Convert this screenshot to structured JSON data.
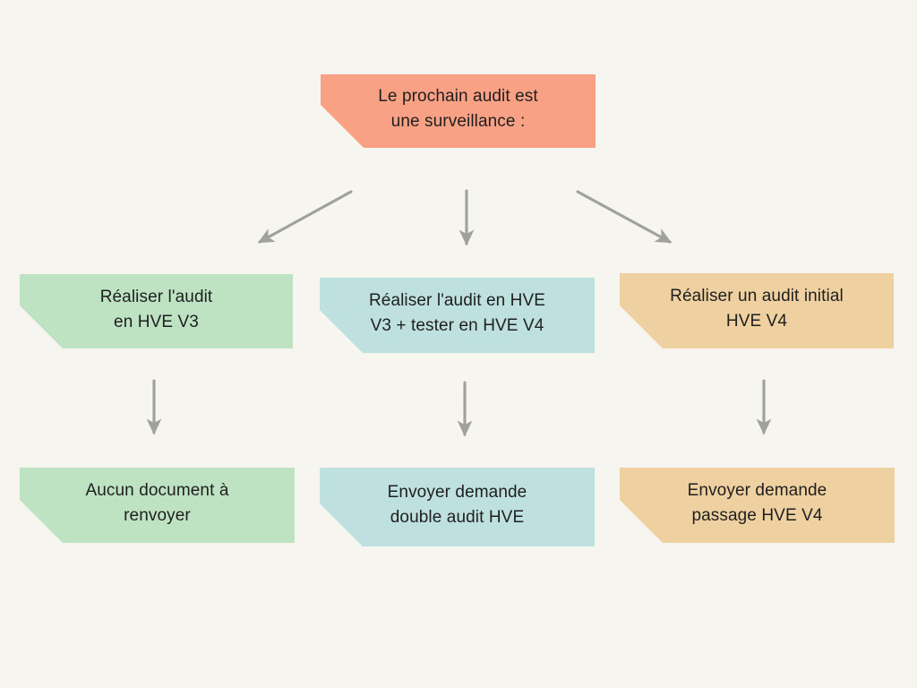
{
  "diagram": {
    "title": "Le prochain audit est une surveillance :",
    "background_color": "#F7F5EF",
    "text_color": "#1F1F1F",
    "arrow_color": "#A0A09C",
    "colors": {
      "salmon": "#F9A184",
      "green": "#BEE3C3",
      "blue": "#BEE1E0",
      "tan": "#EFD0A0"
    },
    "root": {
      "id": "root",
      "text": "Le prochain audit est\nune surveillance :",
      "color": "#F9A184"
    },
    "columns": [
      {
        "id": "left",
        "color": "#BEE3C3",
        "step": "Réaliser l'audit\nen HVE V3",
        "outcome": "Aucun document à\nrenvoyer"
      },
      {
        "id": "middle",
        "color": "#BEE1E0",
        "step": "Réaliser l'audit en HVE\nV3 + tester en HVE V4",
        "outcome": "Envoyer demande\ndouble audit HVE"
      },
      {
        "id": "right",
        "color": "#EFD0A0",
        "step": "Réaliser un audit initial\nHVE V4",
        "outcome": "Envoyer demande\npassage HVE V4"
      }
    ],
    "connectors": [
      {
        "id": "root-to-left",
        "kind": "arrow-diagonal-down-left",
        "from": "root",
        "to": "left-step"
      },
      {
        "id": "root-to-middle",
        "kind": "arrow-down",
        "from": "root",
        "to": "middle-step"
      },
      {
        "id": "root-to-right",
        "kind": "arrow-diagonal-down-right",
        "from": "root",
        "to": "right-step"
      },
      {
        "id": "left-step-to-outcome",
        "kind": "arrow-down",
        "from": "left-step",
        "to": "left-outcome"
      },
      {
        "id": "middle-step-to-outcome",
        "kind": "arrow-down",
        "from": "middle-step",
        "to": "middle-outcome"
      },
      {
        "id": "right-step-to-outcome",
        "kind": "arrow-down",
        "from": "right-step",
        "to": "right-outcome"
      }
    ]
  }
}
